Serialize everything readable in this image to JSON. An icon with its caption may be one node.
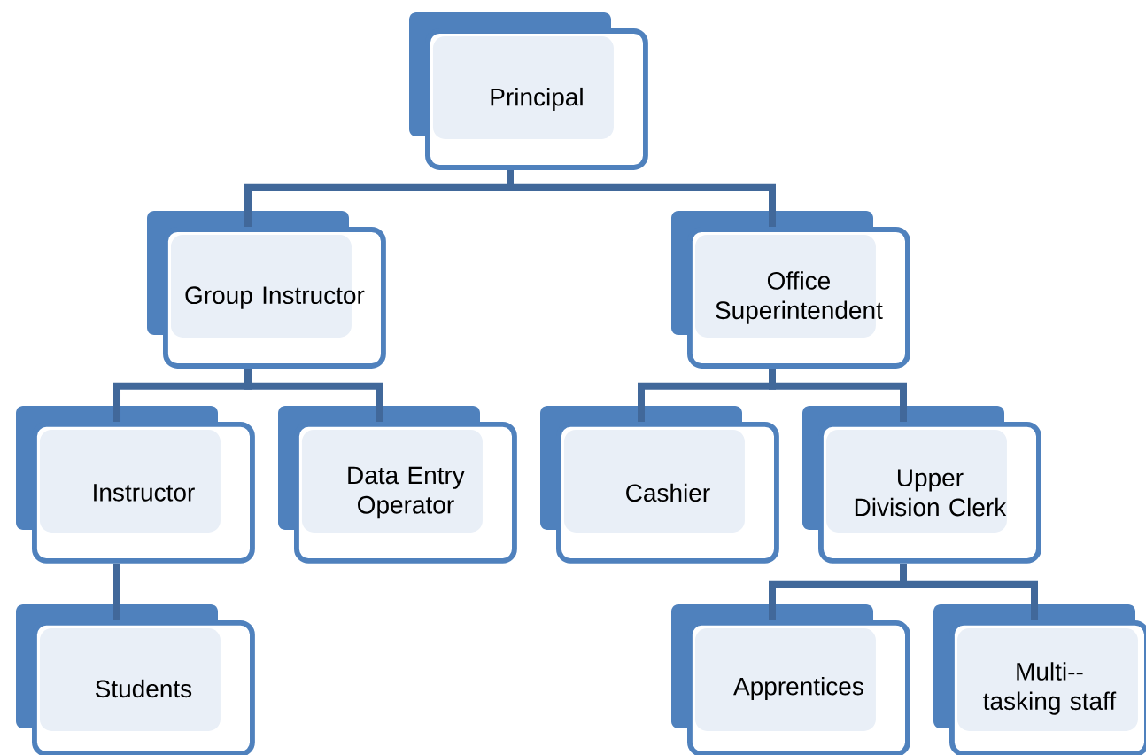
{
  "diagram": {
    "nodes": [
      {
        "text": [
          "Principal"
        ]
      },
      {
        "text": [
          "Group Instructor"
        ]
      },
      {
        "text": [
          "Office Superintendent"
        ]
      },
      {
        "text": [
          "Instructor"
        ]
      },
      {
        "text": [
          "Data Entry Operator"
        ]
      },
      {
        "text": [
          "Cashier"
        ]
      },
      {
        "text": [
          "Upper Division Clerk"
        ]
      },
      {
        "text": [
          "Students"
        ]
      },
      {
        "text": [
          "Apprentices"
        ]
      },
      {
        "text": [
          "Multi--tasking staff"
        ]
      }
    ],
    "edges": [
      {
        "from": 0,
        "to": 1,
        "arrow": "none"
      },
      {
        "from": 0,
        "to": 2,
        "arrow": "none"
      },
      {
        "from": 1,
        "to": 3,
        "arrow": "none"
      },
      {
        "from": 1,
        "to": 4,
        "arrow": "none"
      },
      {
        "from": 2,
        "to": 5,
        "arrow": "none"
      },
      {
        "from": 2,
        "to": 6,
        "arrow": "none"
      },
      {
        "from": 3,
        "to": 7,
        "arrow": "none"
      },
      {
        "from": 6,
        "to": 8,
        "arrow": "none"
      },
      {
        "from": 6,
        "to": 9,
        "arrow": "none"
      }
    ]
  }
}
